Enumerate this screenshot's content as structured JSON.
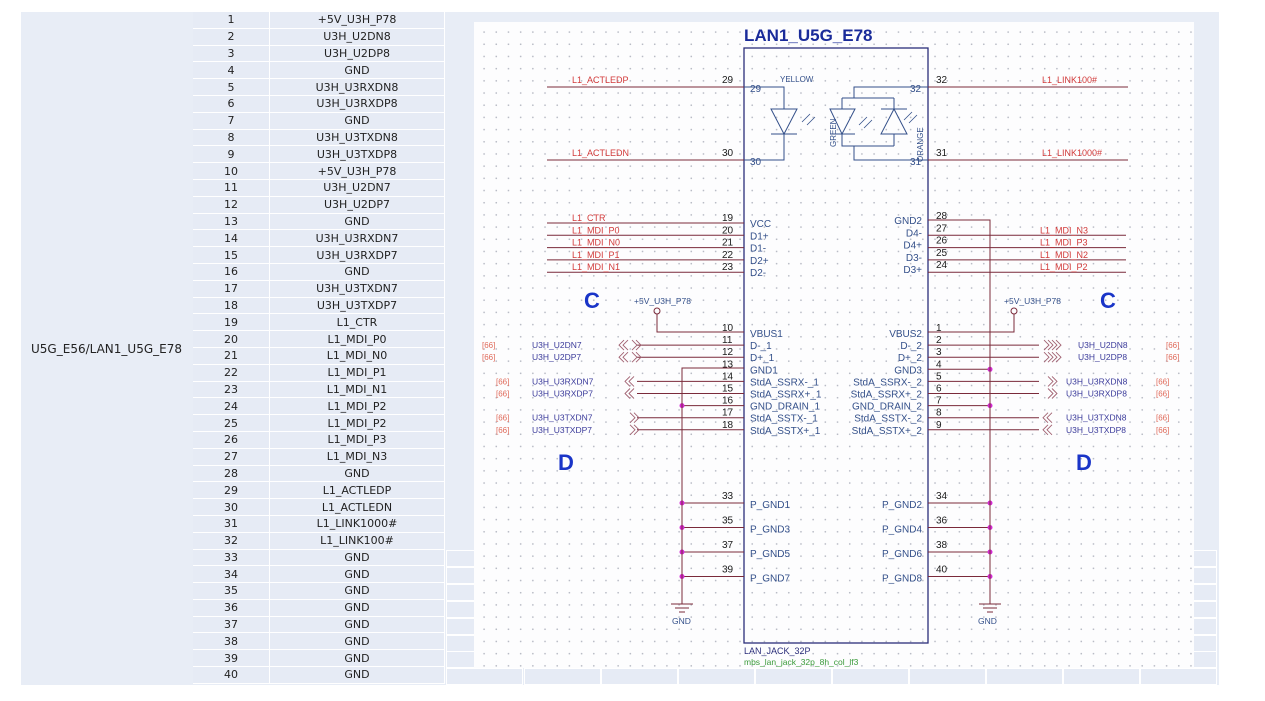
{
  "connector_label": "U5G_E56/LAN1_U5G_E78",
  "pin_table": [
    {
      "pin": "1",
      "net": "+5V_U3H_P78"
    },
    {
      "pin": "2",
      "net": "U3H_U2DN8"
    },
    {
      "pin": "3",
      "net": "U3H_U2DP8"
    },
    {
      "pin": "4",
      "net": "GND"
    },
    {
      "pin": "5",
      "net": "U3H_U3RXDN8"
    },
    {
      "pin": "6",
      "net": "U3H_U3RXDP8"
    },
    {
      "pin": "7",
      "net": "GND"
    },
    {
      "pin": "8",
      "net": "U3H_U3TXDN8"
    },
    {
      "pin": "9",
      "net": "U3H_U3TXDP8"
    },
    {
      "pin": "10",
      "net": "+5V_U3H_P78"
    },
    {
      "pin": "11",
      "net": "U3H_U2DN7"
    },
    {
      "pin": "12",
      "net": "U3H_U2DP7"
    },
    {
      "pin": "13",
      "net": "GND"
    },
    {
      "pin": "14",
      "net": "U3H_U3RXDN7"
    },
    {
      "pin": "15",
      "net": "U3H_U3RXDP7"
    },
    {
      "pin": "16",
      "net": "GND"
    },
    {
      "pin": "17",
      "net": "U3H_U3TXDN7"
    },
    {
      "pin": "18",
      "net": "U3H_U3TXDP7"
    },
    {
      "pin": "19",
      "net": "L1_CTR"
    },
    {
      "pin": "20",
      "net": "L1_MDI_P0"
    },
    {
      "pin": "21",
      "net": "L1_MDI_N0"
    },
    {
      "pin": "22",
      "net": "L1_MDI_P1"
    },
    {
      "pin": "23",
      "net": "L1_MDI_N1"
    },
    {
      "pin": "24",
      "net": "L1_MDI_P2"
    },
    {
      "pin": "25",
      "net": "L1_MDI_P2"
    },
    {
      "pin": "26",
      "net": "L1_MDI_P3"
    },
    {
      "pin": "27",
      "net": "L1_MDI_N3"
    },
    {
      "pin": "28",
      "net": "GND"
    },
    {
      "pin": "29",
      "net": "L1_ACTLEDP"
    },
    {
      "pin": "30",
      "net": "L1_ACTLEDN"
    },
    {
      "pin": "31",
      "net": "L1_LINK1000#"
    },
    {
      "pin": "32",
      "net": "L1_LINK100#"
    },
    {
      "pin": "33",
      "net": "GND"
    },
    {
      "pin": "34",
      "net": "GND"
    },
    {
      "pin": "35",
      "net": "GND"
    },
    {
      "pin": "36",
      "net": "GND"
    },
    {
      "pin": "37",
      "net": "GND"
    },
    {
      "pin": "38",
      "net": "GND"
    },
    {
      "pin": "39",
      "net": "GND"
    },
    {
      "pin": "40",
      "net": "GND"
    }
  ],
  "schematic": {
    "part_title": "LAN1_U5G_E78",
    "part_name": "LAN_JACK_32P",
    "footprint": "mbs_lan_jack_32p_8h_col_lf3",
    "zone_labels": {
      "c_left": "C",
      "c_right": "C",
      "d_left": "D",
      "d_right": "D"
    },
    "led_labels": {
      "yellow": "YELLOW",
      "green": "GREEN",
      "orange": "ORANGE"
    },
    "power_left": "+5V_U3H_P78",
    "power_right": "+5V_U3H_P78",
    "gnd_left": "GND",
    "gnd_right": "GND",
    "led_pins": {
      "p29": "29",
      "p30": "30",
      "p32": "32",
      "p31": "31"
    },
    "left_nets": [
      {
        "net": "L1_ACTLEDP",
        "pin": "29"
      },
      {
        "net": "L1_ACTLEDN",
        "pin": "30"
      }
    ],
    "right_nets": [
      {
        "net": "L1_LINK100#",
        "pin": "32"
      },
      {
        "net": "L1_LINK1000#",
        "pin": "31"
      }
    ],
    "left_mdi": [
      {
        "net": "L1_CTR",
        "pin": "19",
        "pname": "VCC"
      },
      {
        "net": "L1_MDI_P0",
        "pin": "20",
        "pname": "D1+"
      },
      {
        "net": "L1_MDI_N0",
        "pin": "21",
        "pname": "D1-"
      },
      {
        "net": "L1_MDI_P1",
        "pin": "22",
        "pname": "D2+"
      },
      {
        "net": "L1_MDI_N1",
        "pin": "23",
        "pname": "D2-"
      }
    ],
    "right_mdi": [
      {
        "net": "",
        "pin": "28",
        "pname": "GND2"
      },
      {
        "net": "L1_MDI_N3",
        "pin": "27",
        "pname": "D4-"
      },
      {
        "net": "L1_MDI_P3",
        "pin": "26",
        "pname": "D4+"
      },
      {
        "net": "L1_MDI_N2",
        "pin": "25",
        "pname": "D3-"
      },
      {
        "net": "L1_MDI_P2",
        "pin": "24",
        "pname": "D3+"
      }
    ],
    "left_usb": [
      {
        "pin": "10",
        "pname": "VBUS1",
        "net": "",
        "ref": ""
      },
      {
        "pin": "11",
        "pname": "D-_1",
        "net": "U3H_U2DN7",
        "ref": "[66]"
      },
      {
        "pin": "12",
        "pname": "D+_1",
        "net": "U3H_U2DP7",
        "ref": "[66]"
      },
      {
        "pin": "13",
        "pname": "GND1",
        "net": "",
        "ref": ""
      },
      {
        "pin": "14",
        "pname": "StdA_SSRX-_1",
        "net": "U3H_U3RXDN7",
        "ref": "[66]"
      },
      {
        "pin": "15",
        "pname": "StdA_SSRX+_1",
        "net": "U3H_U3RXDP7",
        "ref": "[66]"
      },
      {
        "pin": "16",
        "pname": "GND_DRAIN_1",
        "net": "",
        "ref": ""
      },
      {
        "pin": "17",
        "pname": "StdA_SSTX-_1",
        "net": "U3H_U3TXDN7",
        "ref": "[66]"
      },
      {
        "pin": "18",
        "pname": "StdA_SSTX+_1",
        "net": "U3H_U3TXDP7",
        "ref": "[66]"
      }
    ],
    "right_usb": [
      {
        "pin": "1",
        "pname": "VBUS2",
        "net": "",
        "ref": ""
      },
      {
        "pin": "2",
        "pname": "D-_2",
        "net": "U3H_U2DN8",
        "ref": "[66]"
      },
      {
        "pin": "3",
        "pname": "D+_2",
        "net": "U3H_U2DP8",
        "ref": "[66]"
      },
      {
        "pin": "4",
        "pname": "GND3",
        "net": "",
        "ref": ""
      },
      {
        "pin": "5",
        "pname": "StdA_SSRX-_2",
        "net": "U3H_U3RXDN8",
        "ref": "[66]"
      },
      {
        "pin": "6",
        "pname": "StdA_SSRX+_2",
        "net": "U3H_U3RXDP8",
        "ref": "[66]"
      },
      {
        "pin": "7",
        "pname": "GND_DRAIN_2",
        "net": "",
        "ref": ""
      },
      {
        "pin": "8",
        "pname": "StdA_SSTX-_2",
        "net": "U3H_U3TXDN8",
        "ref": "[66]"
      },
      {
        "pin": "9",
        "pname": "StdA_SSTX+_2",
        "net": "U3H_U3TXDP8",
        "ref": "[66]"
      }
    ],
    "left_pgnd": [
      {
        "pin": "33",
        "pname": "P_GND1"
      },
      {
        "pin": "35",
        "pname": "P_GND3"
      },
      {
        "pin": "37",
        "pname": "P_GND5"
      },
      {
        "pin": "39",
        "pname": "P_GND7"
      }
    ],
    "right_pgnd": [
      {
        "pin": "34",
        "pname": "P_GND2"
      },
      {
        "pin": "36",
        "pname": "P_GND4"
      },
      {
        "pin": "38",
        "pname": "P_GND6"
      },
      {
        "pin": "40",
        "pname": "P_GND8"
      }
    ]
  },
  "colors": {
    "wire": "#7a2a3a",
    "net": "#d23a3a",
    "pin": "#1a1a1a",
    "pname": "#34508a",
    "body": "#2b2e7a",
    "title": "#1a2b9a",
    "junction": "#d42ad4",
    "zone": "#1a35c8",
    "ref": "#e06a5a",
    "footprint": "#3a9a3a",
    "usbnet": "#3a3a9a"
  }
}
